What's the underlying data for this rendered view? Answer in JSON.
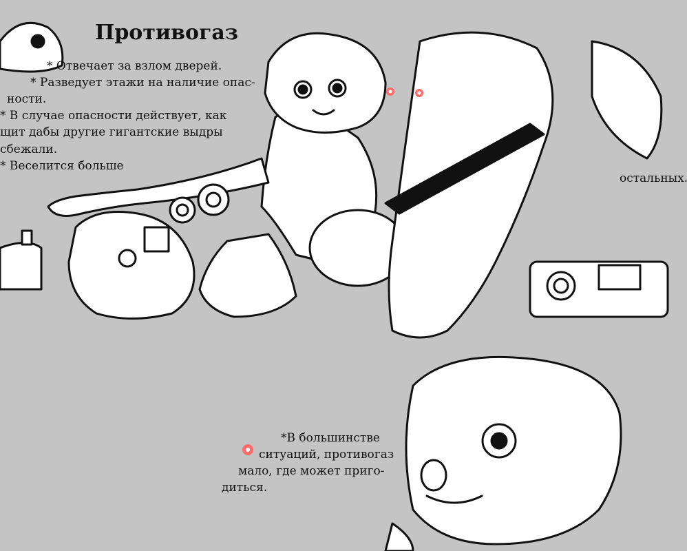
{
  "page": {
    "title": "Противогаз",
    "notes": {
      "line1": "* Отвечает за взлом дверей.",
      "line2": "* Разведует этажи на наличие опас-",
      "line3": "ности.",
      "line4": "* В случае опасности действует, как",
      "line5": "щит дабы другие гигантские выдры",
      "line6": "сбежали.",
      "line7": "* Веселится больше",
      "line8": "остальных."
    },
    "bottom_note": {
      "line1": "*В большинстве",
      "line2": "ситуаций, противогаз",
      "line3": "мало, где может приго-",
      "line4": "диться."
    },
    "colors": {
      "background": "#c4c4c4",
      "eye_glow": "#ff6b6b",
      "line": "#111111"
    }
  }
}
